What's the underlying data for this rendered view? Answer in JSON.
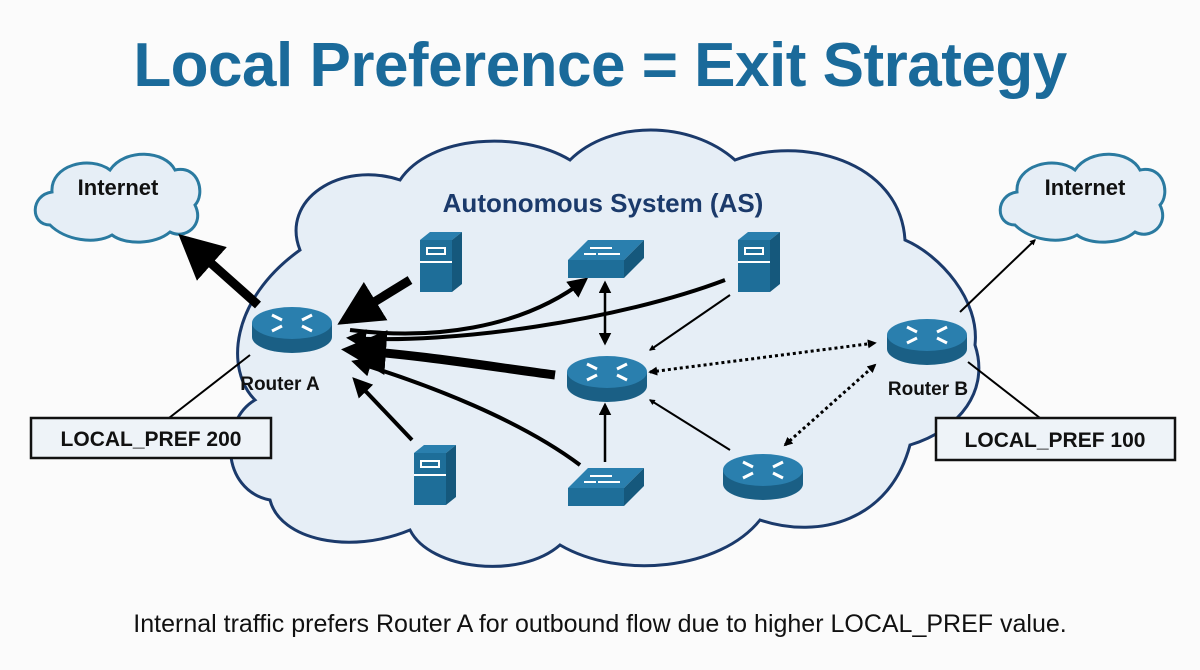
{
  "title": "Local Preference = Exit Strategy",
  "caption": "Internal traffic prefers Router A for outbound flow due to higher LOCAL_PREF value.",
  "as_label": "Autonomous System (AS)",
  "internet_left": "Internet",
  "internet_right": "Internet",
  "router_a": "Router A",
  "router_b": "Router B",
  "pref_a": "LOCAL_PREF 200",
  "pref_b": "LOCAL_PREF 100",
  "colors": {
    "title": "#1a6a9a",
    "device": "#1e6e99",
    "as_outline": "#1b3a6b",
    "cloud_fill": "#e6eef6",
    "internet_outline": "#2a7aa0"
  }
}
